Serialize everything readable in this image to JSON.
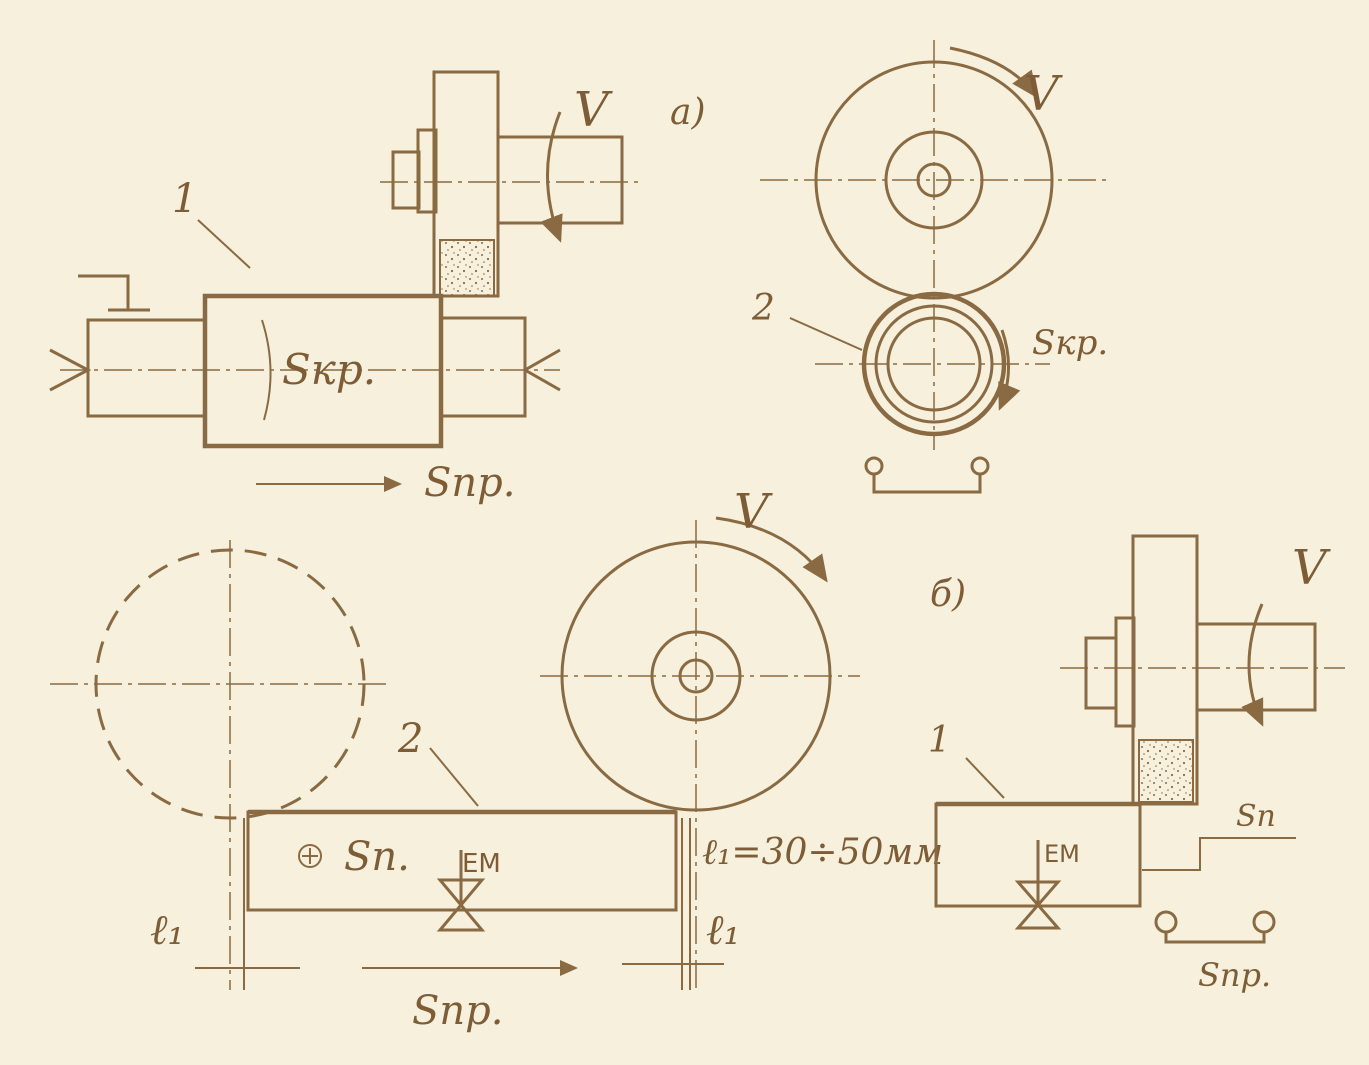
{
  "colors": {
    "paper": "#f7f0dc",
    "ink": "#8a6a42"
  },
  "view_a": {
    "label": "а)",
    "part_number": "1",
    "velocity": "V",
    "cross_feed": "Sкр.",
    "long_feed": "Sпр.",
    "side_velocity": "V",
    "side_part_number": "2",
    "side_cross_feed": "Sкр."
  },
  "view_flat": {
    "part_number": "2",
    "velocity": "V",
    "feed_in": "Sп.",
    "magnet": "ЕМ",
    "long_feed": "Sпр.",
    "gap_left": "ℓ₁",
    "gap_right": "ℓ₁",
    "gap_formula": "ℓ₁=30÷50мм"
  },
  "view_b": {
    "label": "б)",
    "velocity": "V",
    "part_number": "1",
    "magnet": "ЕМ",
    "feed_in": "Sп",
    "long_feed": "Sпр."
  }
}
